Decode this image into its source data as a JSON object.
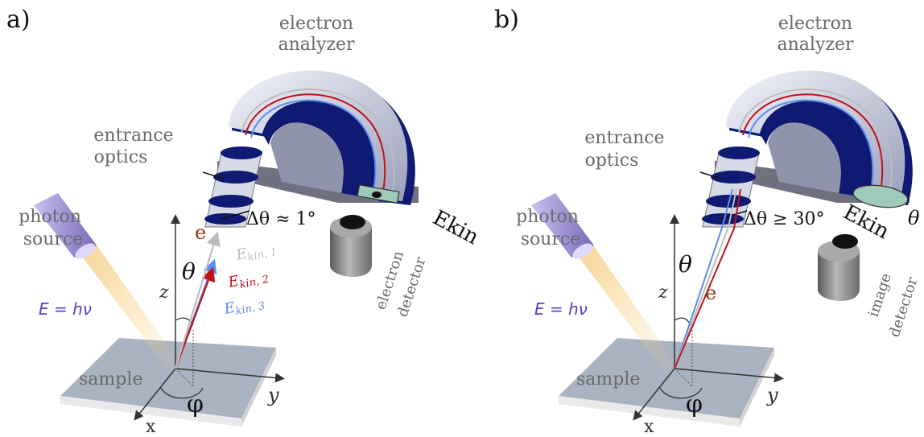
{
  "colors": {
    "sample_top": "#a9b3c1",
    "sample_edge": "#e6e6e6",
    "analyzer_light": "#d9dbe8",
    "analyzer_mid": "#8f94aa",
    "analyzer_dark": "#0f1b72",
    "analyzer_base": "#6f7080",
    "photon_tube": "#9a88cc",
    "photon_beam": "#f6cf86",
    "ekin1": "#bdbdbd",
    "ekin2": "#c0121b",
    "ekin3": "#5b8ef0",
    "hv_text": "#5a3cc8",
    "electron_e": "#8a3a12",
    "detector_gray": "#808080",
    "image_plate": "#9fc9b8"
  },
  "panel_a": {
    "letter": "a)",
    "analyzer_label": [
      "electron",
      "analyzer"
    ],
    "optics_label": [
      "entrance",
      "optics"
    ],
    "source_label": [
      "photon",
      "source"
    ],
    "energy": "E = hν",
    "sample": "sample",
    "axis_x": "x",
    "axis_y": "y",
    "axis_z": "z",
    "theta": "θ",
    "phi": "φ",
    "electron": "e",
    "acceptance": "Δθ ≈ 1°",
    "ekin": "Ekin",
    "ekin_labels": [
      "E",
      "kin, 1",
      "E",
      "kin, 2",
      "E",
      "kin, 3"
    ],
    "detector_label": [
      "electron",
      "detector"
    ]
  },
  "panel_b": {
    "letter": "b)",
    "analyzer_label": [
      "electron",
      "analyzer"
    ],
    "optics_label": [
      "entrance",
      "optics"
    ],
    "source_label": [
      "photon",
      "source"
    ],
    "energy": "E = hν",
    "sample": "sample",
    "axis_x": "x",
    "axis_y": "y",
    "axis_z": "z",
    "theta": "θ",
    "theta_detector": "θ",
    "phi": "φ",
    "electron": "e",
    "acceptance": "Δθ ≥ 30°",
    "ekin": "Ekin",
    "detector_label": [
      "image",
      "detector"
    ]
  }
}
